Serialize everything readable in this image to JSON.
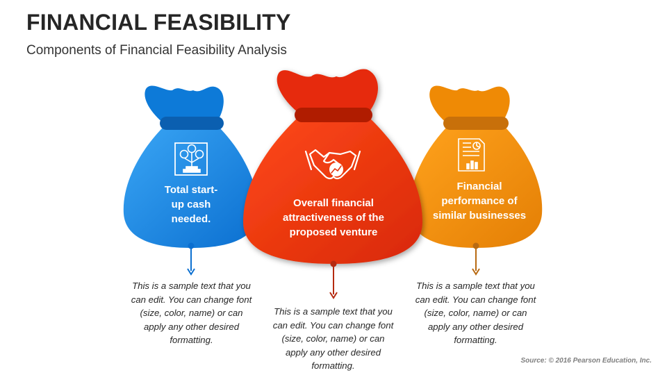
{
  "slide": {
    "title": "FINANCIAL FEASIBILITY",
    "subtitle": "Components of Financial Feasibility Analysis",
    "source": "Source: © 2016 Pearson Education, Inc."
  },
  "bags": [
    {
      "label_lines": [
        "Total start-",
        "up cash",
        "needed."
      ],
      "icon": "money-tree-icon",
      "color": "#1f8fe8",
      "description": "This is a sample text that you can edit. You can change font (size, color, name) or can apply any other desired formatting."
    },
    {
      "label_lines": [
        "Overall financial",
        "attractiveness of the",
        "proposed venture"
      ],
      "icon": "handshake-icon",
      "color": "#f03a10",
      "description": "This is a sample text that you can edit. You can change font (size, color, name) or can apply any other desired formatting."
    },
    {
      "label_lines": [
        "Financial",
        "performance of",
        "similar businesses"
      ],
      "icon": "report-chart-icon",
      "color": "#f7920f",
      "description": "This is a sample text that you can edit. You can change font (size, color, name) or can apply any other desired formatting."
    }
  ]
}
